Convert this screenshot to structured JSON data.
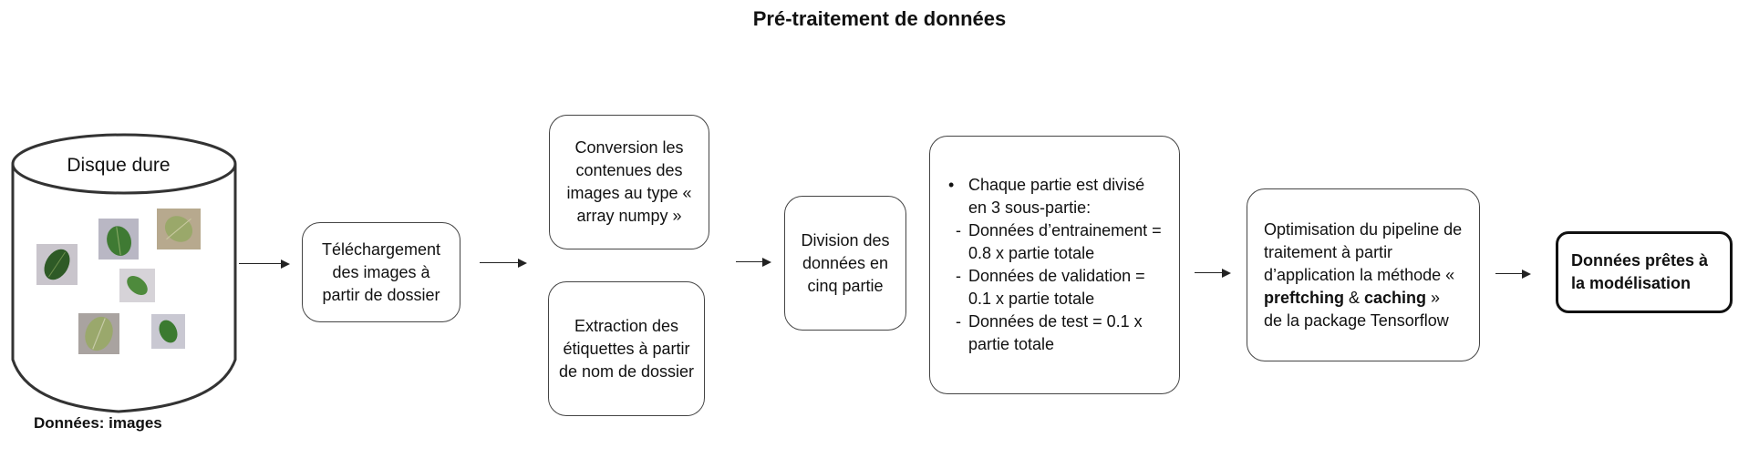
{
  "title": "Pré-traitement de données",
  "disk": {
    "label": "Disque dure",
    "caption": "Données: images"
  },
  "steps": {
    "download": "Téléchargement des images à partir de dossier",
    "conversion": "Conversion les contenues des images au type « array numpy »",
    "extraction": "Extraction des étiquettes à partir de nom de dossier",
    "division": "Division des données en cinq partie",
    "split": {
      "intro": "Chaque partie est divisé en 3 sous-partie:",
      "items": [
        "Données d’entrainement = 0.8 x partie totale",
        "Données de validation = 0.1 x partie totale",
        "Données de test = 0.1 x partie totale"
      ]
    },
    "optimisation": {
      "before": "Optimisation du pipeline de traitement à partir d’application la méthode « ",
      "bold1": "preftching",
      "amp": " & ",
      "bold2": "caching",
      "after": " » de la package Tensorflow"
    },
    "final": "Données prêtes à la modélisation"
  }
}
